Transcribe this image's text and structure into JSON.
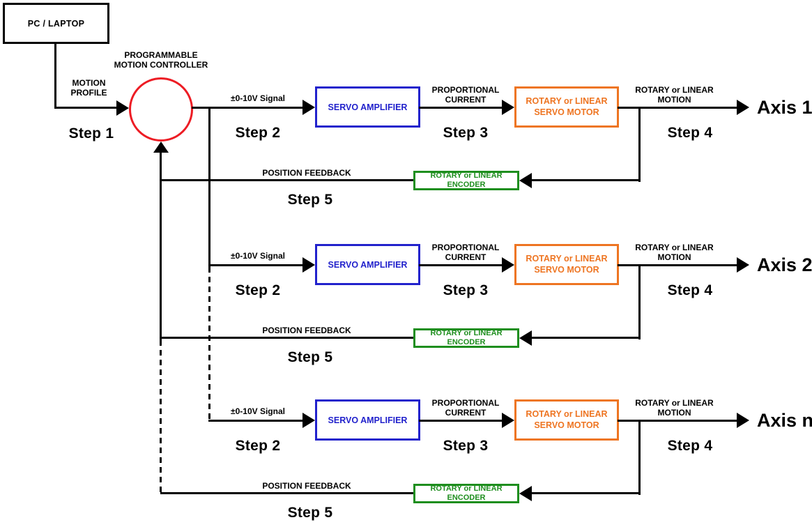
{
  "colors": {
    "controller_red": "#ed1c24",
    "amplifier_blue": "#2222cc",
    "motor_orange": "#ee7522",
    "encoder_green": "#1e8e1e",
    "line_black": "#000000"
  },
  "pc": {
    "label": "PC / LAPTOP"
  },
  "controller": {
    "label_line1": "PROGRAMMABLE",
    "label_line2": "MOTION CONTROLLER"
  },
  "motion_profile": {
    "line1": "MOTION",
    "line2": "PROFILE"
  },
  "step1": "Step 1",
  "rows": [
    {
      "axis_label": "Axis 1",
      "signal_label": "±0-10V Signal",
      "step2": "Step 2",
      "amplifier_label": "SERVO AMPLIFIER",
      "current_line1": "PROPORTIONAL",
      "current_line2": "CURRENT",
      "step3": "Step 3",
      "motor_line1": "ROTARY or LINEAR",
      "motor_line2": "SERVO MOTOR",
      "motion_line1": "ROTARY or LINEAR",
      "motion_line2": "MOTION",
      "step4": "Step 4",
      "encoder_line1": "ROTARY or LINEAR",
      "encoder_line2": "ENCODER",
      "feedback_label": "POSITION FEEDBACK",
      "step5": "Step 5"
    },
    {
      "axis_label": "Axis 2",
      "signal_label": "±0-10V Signal",
      "step2": "Step 2",
      "amplifier_label": "SERVO AMPLIFIER",
      "current_line1": "PROPORTIONAL",
      "current_line2": "CURRENT",
      "step3": "Step 3",
      "motor_line1": "ROTARY or LINEAR",
      "motor_line2": "SERVO MOTOR",
      "motion_line1": "ROTARY or LINEAR",
      "motion_line2": "MOTION",
      "step4": "Step 4",
      "encoder_line1": "ROTARY or LINEAR",
      "encoder_line2": "ENCODER",
      "feedback_label": "POSITION FEEDBACK",
      "step5": "Step 5"
    },
    {
      "axis_label": "Axis n",
      "signal_label": "±0-10V Signal",
      "step2": "Step 2",
      "amplifier_label": "SERVO AMPLIFIER",
      "current_line1": "PROPORTIONAL",
      "current_line2": "CURRENT",
      "step3": "Step 3",
      "motor_line1": "ROTARY or LINEAR",
      "motor_line2": "SERVO MOTOR",
      "motion_line1": "ROTARY or LINEAR",
      "motion_line2": "MOTION",
      "step4": "Step 4",
      "encoder_line1": "ROTARY or LINEAR",
      "encoder_line2": "ENCODER",
      "feedback_label": "POSITION FEEDBACK",
      "step5": "Step 5"
    }
  ]
}
